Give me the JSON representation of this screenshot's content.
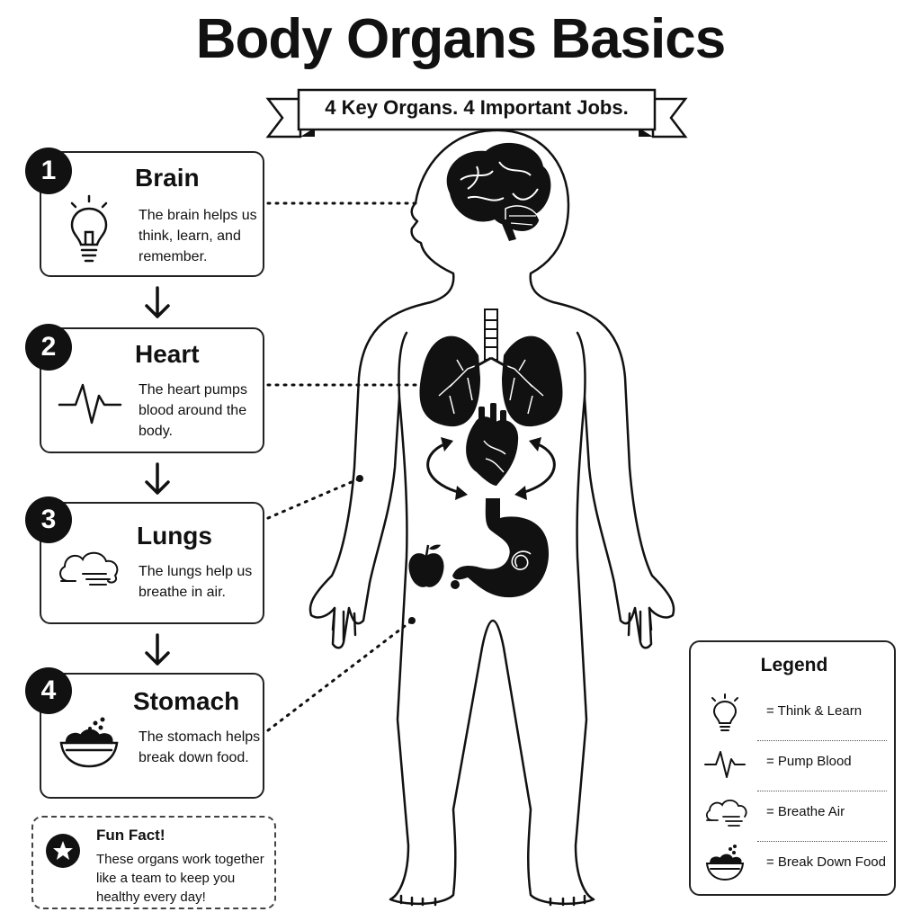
{
  "title": "Body Organs Basics",
  "subtitle": "4 Key Organs. 4 Important Jobs.",
  "organs": [
    {
      "number": "1",
      "name": "Brain",
      "description": "The brain helps us think, learn, and remember.",
      "icon": "lightbulb-icon"
    },
    {
      "number": "2",
      "name": "Heart",
      "description": "The heart pumps blood around the body.",
      "icon": "heartbeat-icon"
    },
    {
      "number": "3",
      "name": "Lungs",
      "description": "The lungs help us breathe in air.",
      "icon": "cloud-wind-icon"
    },
    {
      "number": "4",
      "name": "Stomach",
      "description": "The stomach helps break down food.",
      "icon": "food-bowl-icon"
    }
  ],
  "fun_fact": {
    "title": "Fun Fact!",
    "text": "These organs work together like a team to keep you healthy every day!",
    "icon": "star-icon"
  },
  "legend": {
    "title": "Legend",
    "items": [
      {
        "icon": "lightbulb-icon",
        "label": "=  Think & Learn"
      },
      {
        "icon": "heartbeat-icon",
        "label": "=  Pump Blood"
      },
      {
        "icon": "cloud-wind-icon",
        "label": "=  Breathe Air"
      },
      {
        "icon": "food-bowl-icon",
        "label": "=  Break Down Food"
      }
    ]
  },
  "colors": {
    "ink": "#111111",
    "background": "#ffffff"
  }
}
